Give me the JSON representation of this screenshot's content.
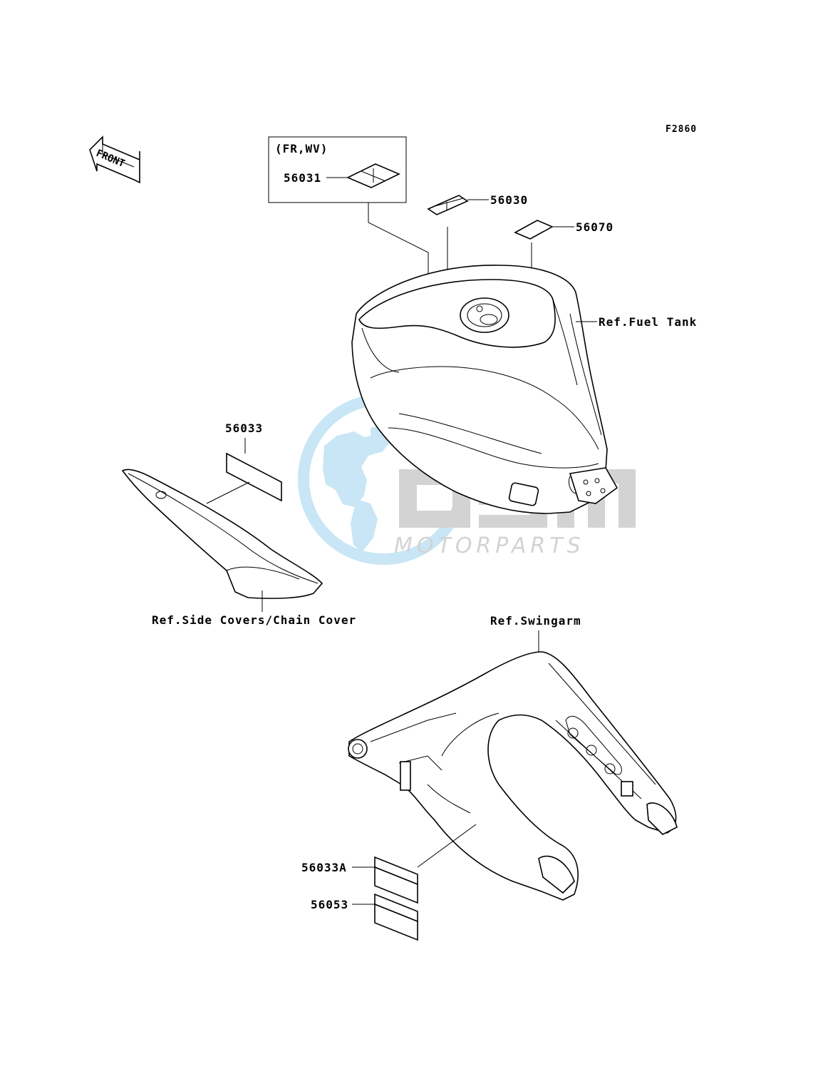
{
  "diagram": {
    "code": "F2860",
    "front_label": "FRONT",
    "group_label": "(FR,WV)",
    "parts": {
      "p56031": "56031",
      "p56030": "56030",
      "p56070": "56070",
      "p56033": "56033",
      "p56033A": "56033A",
      "p56053": "56053"
    },
    "references": {
      "fuel_tank": "Ref.Fuel Tank",
      "side_covers": "Ref.Side Covers/Chain Cover",
      "swingarm": "Ref.Swingarm"
    }
  },
  "watermark": {
    "brand": "MOTORPARTS",
    "colors": {
      "globe": "#c8e6f5",
      "logo": "#d3d3d3"
    }
  }
}
